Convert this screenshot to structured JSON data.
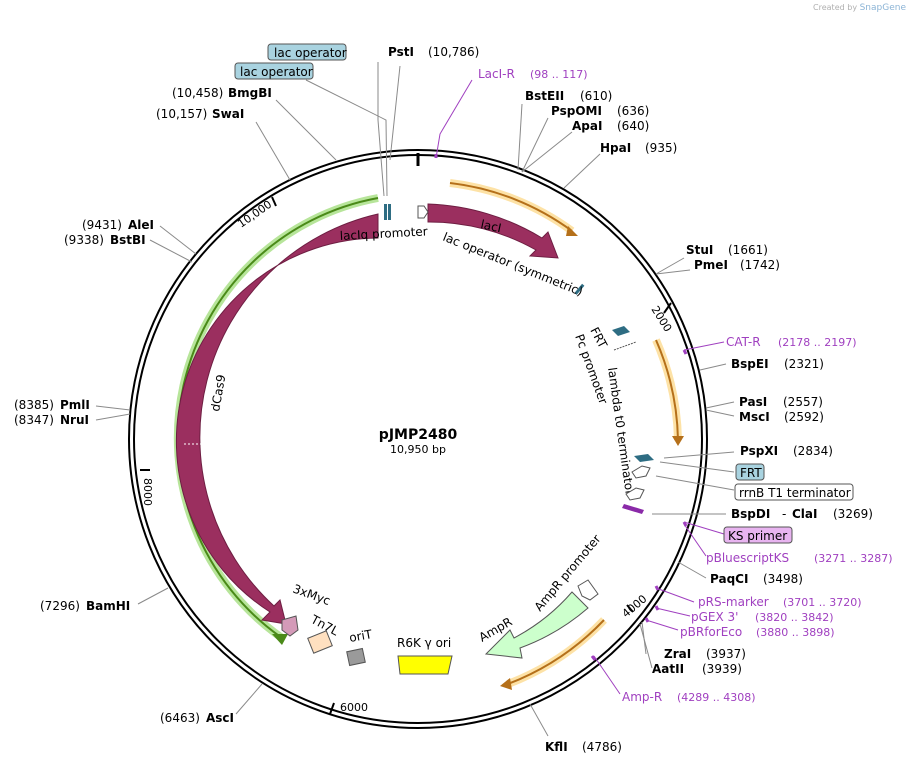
{
  "credit": {
    "prefix": "Created by",
    "brand": "SnapGene"
  },
  "plasmid": {
    "name": "pJMP2480",
    "length": "10,950 bp"
  },
  "ticks": [
    "10,000",
    "2000",
    "4000",
    "6000",
    "8000"
  ],
  "sites": [
    {
      "name": "PstI",
      "pos": "(10,786)"
    },
    {
      "name": "BstEII",
      "pos": "(610)"
    },
    {
      "name": "PspOMI",
      "pos": "(636)"
    },
    {
      "name": "ApaI",
      "pos": "(640)"
    },
    {
      "name": "HpaI",
      "pos": "(935)"
    },
    {
      "name": "StuI",
      "pos": "(1661)"
    },
    {
      "name": "PmeI",
      "pos": "(1742)"
    },
    {
      "name": "BspEI",
      "pos": "(2321)"
    },
    {
      "name": "PasI",
      "pos": "(2557)"
    },
    {
      "name": "MscI",
      "pos": "(2592)"
    },
    {
      "name": "PspXI",
      "pos": "(2834)"
    },
    {
      "name": "BspDI",
      "pos": "(3269)"
    },
    {
      "name": "ClaI",
      "pos": ""
    },
    {
      "name": "PaqCI",
      "pos": "(3498)"
    },
    {
      "name": "ZraI",
      "pos": "(3937)"
    },
    {
      "name": "AatII",
      "pos": "(3939)"
    },
    {
      "name": "KflI",
      "pos": "(4786)"
    },
    {
      "name": "AscI",
      "pos": "(6463)"
    },
    {
      "name": "BamHI",
      "pos": "(7296)"
    },
    {
      "name": "PmlI",
      "pos": "(8385)"
    },
    {
      "name": "NruI",
      "pos": "(8347)"
    },
    {
      "name": "AleI",
      "pos": "(9431)"
    },
    {
      "name": "BstBI",
      "pos": "(9338)"
    },
    {
      "name": "SwaI",
      "pos": "(10,157)"
    },
    {
      "name": "BmgBI",
      "pos": "(10,458)"
    }
  ],
  "clai_dash": "-",
  "primers": [
    {
      "name": "LacI-R",
      "pos": "(98 .. 117)"
    },
    {
      "name": "CAT-R",
      "pos": "(2178 .. 2197)"
    },
    {
      "name": "pBluescriptKS",
      "pos": "(3271 .. 3287)"
    },
    {
      "name": "pRS-marker",
      "pos": "(3701 .. 3720)"
    },
    {
      "name": "pGEX 3'",
      "pos": "(3820 .. 3842)"
    },
    {
      "name": "pBRforEco",
      "pos": "(3880 .. 3898)"
    },
    {
      "name": "Amp-R",
      "pos": "(4289 .. 4308)"
    }
  ],
  "boxes": {
    "lac1": "lac operator",
    "lac2": "lac operator",
    "frt": "FRT",
    "rrnb": "rrnB T1 terminator",
    "ks": "KS primer"
  },
  "features": {
    "laci": "lacI",
    "laciq": "lacIq promoter",
    "lacop_sym": "lac operator (symmetric)",
    "frt": "FRT",
    "pc": "Pc promoter",
    "lambda": "lambda t0 terminator",
    "dcas9": "dCas9",
    "myc": "3xMyc",
    "tn7l": "Tn7L",
    "orit": "oriT",
    "r6k": "R6K γ ori",
    "ampr": "AmpR",
    "amprp": "AmpR promoter"
  },
  "colors": {
    "cas9": "#9b2f5f",
    "ampr": "#ccffcc",
    "r6k": "#ffff00",
    "box_blue": "#a9d3e0",
    "box_purple": "#e8b4f0",
    "primer": "#a040c0",
    "orf_orange": "#e8a33a",
    "orf_green": "#66b82e"
  }
}
